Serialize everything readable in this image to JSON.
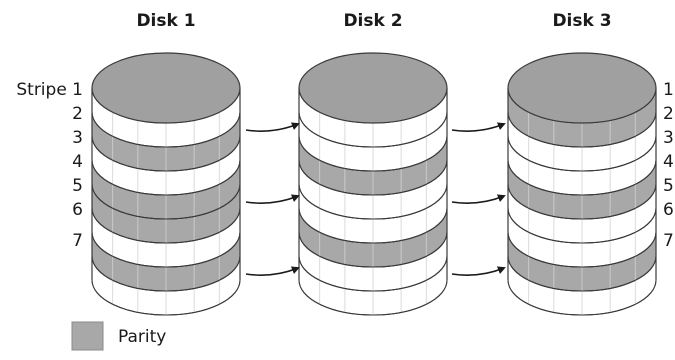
{
  "disks": [
    {
      "title": "Disk 1",
      "parity_stripes": [
        2,
        4,
        5,
        7
      ]
    },
    {
      "title": "Disk 2",
      "parity_stripes": [
        3,
        6
      ]
    },
    {
      "title": "Disk 3",
      "parity_stripes": [
        1,
        4,
        7
      ]
    }
  ],
  "stripes": {
    "first_label": "Stripe 1",
    "labels": [
      "1",
      "2",
      "3",
      "4",
      "5",
      "6",
      "7"
    ]
  },
  "legend": {
    "label": "Parity",
    "color": "#a8a8a8"
  },
  "colors": {
    "parity": "#a8a8a8",
    "plain": "#ffffff",
    "top": "#a0a0a0",
    "outline": "#3a3a3a"
  },
  "arrows": [
    {
      "from": "Disk 1",
      "to": "Disk 2",
      "stripes": [
        2,
        5,
        8
      ]
    },
    {
      "from": "Disk 2",
      "to": "Disk 3",
      "stripes": [
        2,
        5,
        8
      ]
    }
  ]
}
